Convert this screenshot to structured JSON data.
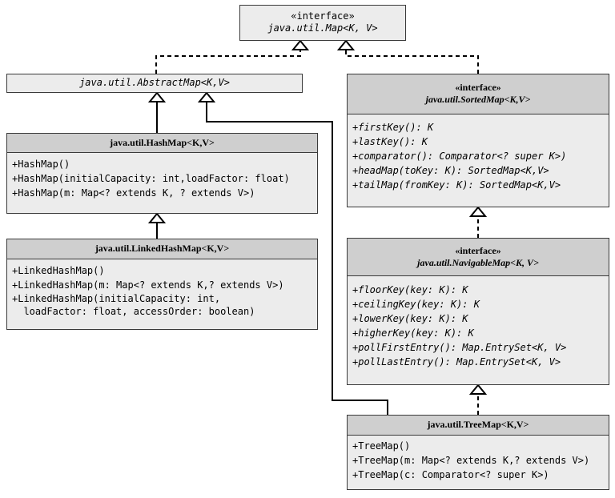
{
  "map": {
    "stereotype": "«interface»",
    "name": "java.util.Map<K, V>"
  },
  "abstract_map": {
    "name": "java.util.AbstractMap<K,V>"
  },
  "sorted_map": {
    "stereotype": "«interface»",
    "name": "java.util.SortedMap<K,V>",
    "methods": [
      "+firstKey(): K",
      "+lastKey(): K",
      "+comparator(): Comparator<? super K>)",
      "+headMap(toKey: K): SortedMap<K,V>",
      "+tailMap(fromKey: K): SortedMap<K,V>"
    ]
  },
  "hash_map": {
    "name": "java.util.HashMap<K,V>",
    "methods": [
      "+HashMap()",
      "+HashMap(initialCapacity: int,loadFactor: float)",
      "+HashMap(m: Map<? extends K, ? extends V>)"
    ]
  },
  "linked_hash_map": {
    "name": "java.util.LinkedHashMap<K,V>",
    "methods": [
      "+LinkedHashMap()",
      "+LinkedHashMap(m: Map<? extends K,? extends V>)",
      "+LinkedHashMap(initialCapacity: int,",
      "  loadFactor: float, accessOrder: boolean)"
    ]
  },
  "navigable_map": {
    "stereotype": "«interface»",
    "name": "java.util.NavigableMap<K, V>",
    "methods": [
      "+floorKey(key: K): K",
      "+ceilingKey(key: K): K",
      "+lowerKey(key: K): K",
      "+higherKey(key: K): K",
      "+pollFirstEntry(): Map.EntrySet<K, V>",
      "+pollLastEntry(): Map.EntrySet<K, V>"
    ]
  },
  "tree_map": {
    "name": "java.util.TreeMap<K,V>",
    "methods": [
      "+TreeMap()",
      "+TreeMap(m: Map<? extends K,? extends V>)",
      "+TreeMap(c: Comparator<? super K>)"
    ]
  },
  "colors": {
    "header": "#cfcfcf",
    "body": "#ececec",
    "line": "#000000"
  }
}
